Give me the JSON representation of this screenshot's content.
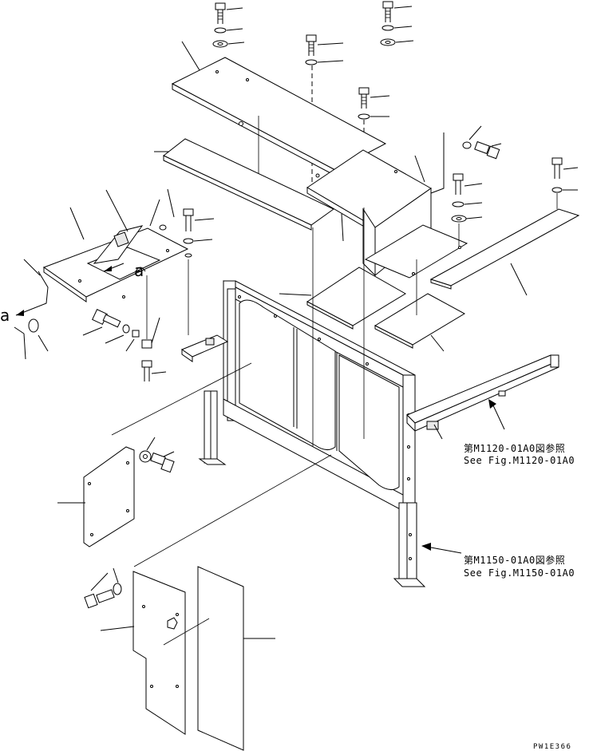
{
  "drawing": {
    "callout_letter_a": "a",
    "callout_letter_a2": "a",
    "ref_fig_1_jp": "第M1120-01A0図参照",
    "ref_fig_1_en": "See Fig.M1120-01A0",
    "ref_fig_2_jp": "第M1150-01A0図参照",
    "ref_fig_2_en": "See Fig.M1150-01A0",
    "drawing_number": "PW1E366"
  }
}
